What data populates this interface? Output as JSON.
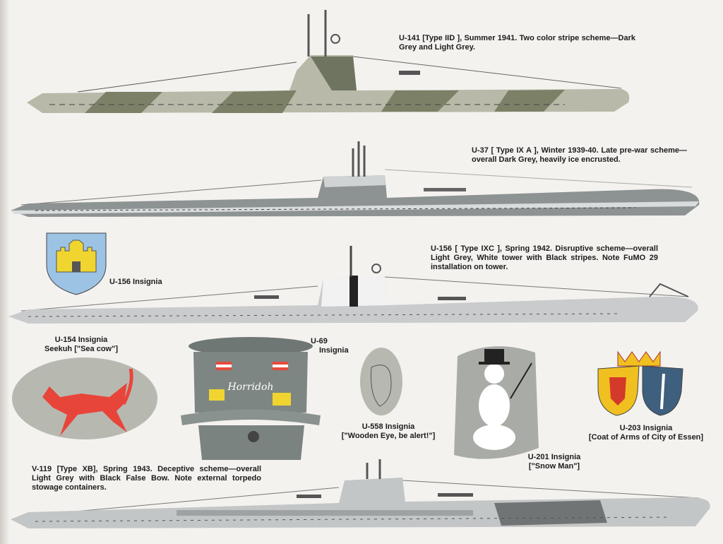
{
  "captions": {
    "u141": "U-141 [Type IID ], Summer 1941. Two color stripe scheme—Dark Grey and Light Grey.",
    "u37": "U-37 [ Type IX A ], Winter 1939-40. Late pre-war scheme—overall Dark Grey, heavily ice encrusted.",
    "u156": "U-156 [ Type IXC ], Spring 1942. Disruptive scheme—overall Light Grey, White tower with Black stripes. Note FuMO 29 installation on tower.",
    "u156_insignia": "U-156 Insignia",
    "u154_line1": "U-154 Insignia",
    "u154_line2": "Seekuh [\"Sea cow\"]",
    "u69_line1": "U-69",
    "u69_line2": "Insignia",
    "u69_tower_text": "Horridoh",
    "u558_line1": "U-558 Insignia",
    "u558_line2": "[\"Wooden Eye, be alert!\"]",
    "u201_line1": "U-201 Insignia",
    "u201_line2": "[\"Snow Man\"]",
    "u203_line1": "U-203 Insignia",
    "u203_line2": "[Coat of Arms of City of Essen]",
    "v119": "V-119 [Type XB], Spring 1943. Deceptive scheme—overall Light Grey with Black False Bow. Note external torpedo stowage containers."
  }
}
